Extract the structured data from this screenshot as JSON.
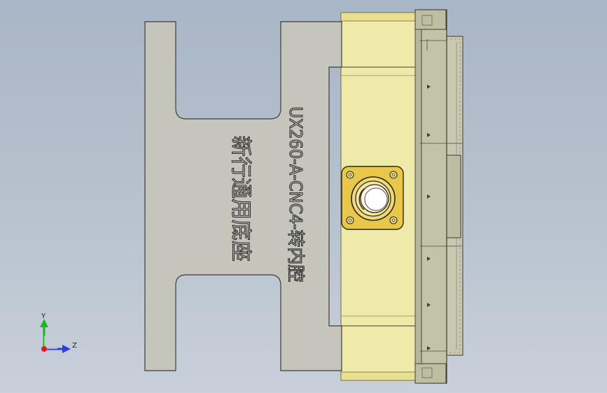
{
  "part_engraving": {
    "model_code": "UX260-A-CNC4-转内腔",
    "description": "新行通用底座"
  },
  "triad": {
    "y_label": "Y",
    "z_label": "Z"
  },
  "colors": {
    "background_top": "#a9b6c7",
    "background_bottom": "#c8d0da",
    "base_plate": "#c6c5bc",
    "yellow_part": "#efeaaa",
    "gold_flange": "#e8c74a",
    "clamp_body": "#c3c3a8",
    "axis_y": "#1fb51f",
    "axis_z": "#2a3fe0",
    "axis_x": "#e11b1b"
  }
}
